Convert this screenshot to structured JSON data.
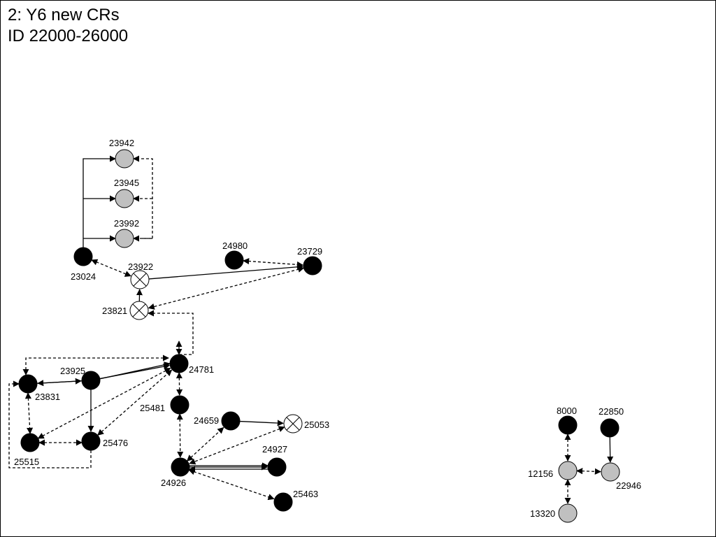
{
  "title": {
    "line1": "2: Y6 new CRs",
    "line2": "ID 22000-26000"
  },
  "node_colors": {
    "black": "#000000",
    "gray": "#c0c0c0",
    "crossed": "#ffffff"
  },
  "nodes": {
    "n23942": {
      "label": "23942",
      "kind": "gray"
    },
    "n23945": {
      "label": "23945",
      "kind": "gray"
    },
    "n23992": {
      "label": "23992",
      "kind": "gray"
    },
    "n23024": {
      "label": "23024",
      "kind": "black"
    },
    "n23922": {
      "label": "23922",
      "kind": "crossed"
    },
    "n23821": {
      "label": "23821",
      "kind": "crossed"
    },
    "n24980": {
      "label": "24980",
      "kind": "black"
    },
    "n23729": {
      "label": "23729",
      "kind": "black"
    },
    "n24781": {
      "label": "24781",
      "kind": "black"
    },
    "n23925": {
      "label": "23925",
      "kind": "black"
    },
    "n23831": {
      "label": "23831",
      "kind": "black"
    },
    "n25481": {
      "label": "25481",
      "kind": "black"
    },
    "n24659": {
      "label": "24659",
      "kind": "black"
    },
    "n25053": {
      "label": "25053",
      "kind": "crossed"
    },
    "n25515": {
      "label": "25515",
      "kind": "black"
    },
    "n25476": {
      "label": "25476",
      "kind": "black"
    },
    "n24927": {
      "label": "24927",
      "kind": "black"
    },
    "n24926": {
      "label": "24926",
      "kind": "black"
    },
    "n25463": {
      "label": "25463",
      "kind": "black"
    },
    "n8000": {
      "label": "8000",
      "kind": "black"
    },
    "n22850": {
      "label": "22850",
      "kind": "black"
    },
    "n12156": {
      "label": "12156",
      "kind": "gray"
    },
    "n22946": {
      "label": "22946",
      "kind": "gray"
    },
    "n13320": {
      "label": "13320",
      "kind": "gray"
    }
  },
  "edges": [
    {
      "from": "n23024",
      "to": "n23942",
      "style": "solid",
      "arrows": "end"
    },
    {
      "from": "n23024",
      "to": "n23945",
      "style": "solid",
      "arrows": "end"
    },
    {
      "from": "n23024",
      "to": "n23992",
      "style": "solid",
      "arrows": "end"
    },
    {
      "from": "n23992",
      "to": "n23942",
      "style": "dashed",
      "arrows": "end"
    },
    {
      "from": "n23992",
      "to": "n23945",
      "style": "dashed",
      "arrows": "end"
    },
    {
      "from": "n23992",
      "to": "n23992",
      "style": "dashed",
      "arrows": "end"
    },
    {
      "from": "n23024",
      "to": "n23922",
      "style": "dashed",
      "arrows": "both"
    },
    {
      "from": "n23922",
      "to": "n23729",
      "style": "solid",
      "arrows": "end"
    },
    {
      "from": "n23821",
      "to": "n23922",
      "style": "solid",
      "arrows": "end"
    },
    {
      "from": "n23729",
      "to": "n23821",
      "style": "dashed",
      "arrows": "both"
    },
    {
      "from": "n24980",
      "to": "n23729",
      "style": "dashed",
      "arrows": "both"
    },
    {
      "from": "n24781",
      "to": "n23821",
      "style": "dashed",
      "arrows": "end"
    },
    {
      "from": "n24781",
      "to": "n23831",
      "style": "dashed",
      "arrows": "both"
    },
    {
      "from": "n23831",
      "to": "n23925",
      "style": "solid",
      "arrows": "end"
    },
    {
      "from": "n23925",
      "to": "n23831",
      "style": "solid",
      "arrows": "end"
    },
    {
      "from": "n23925",
      "to": "n24781",
      "style": "solid",
      "arrows": "end"
    },
    {
      "from": "n23925",
      "to": "n25515",
      "style": "solid",
      "arrows": "end"
    },
    {
      "from": "n23925",
      "to": "n25476",
      "style": "solid",
      "arrows": "end"
    },
    {
      "from": "n25515",
      "to": "n24781",
      "style": "dashed",
      "arrows": "both"
    },
    {
      "from": "n25476",
      "to": "n24781",
      "style": "dashed",
      "arrows": "both"
    },
    {
      "from": "n23831",
      "to": "n25515",
      "style": "dashed",
      "arrows": "both"
    },
    {
      "from": "n25515",
      "to": "n25476",
      "style": "dashed",
      "arrows": "both"
    },
    {
      "from": "n25476",
      "to": "n23831",
      "style": "dashed",
      "arrows": "end"
    },
    {
      "from": "n24781",
      "to": "n24781",
      "style": "dashed",
      "arrows": "both"
    },
    {
      "from": "n24781",
      "to": "n25481",
      "style": "dashed",
      "arrows": "both"
    },
    {
      "from": "n25481",
      "to": "n24926",
      "style": "dashed",
      "arrows": "both"
    },
    {
      "from": "n24659",
      "to": "n25053",
      "style": "solid",
      "arrows": "end"
    },
    {
      "from": "n24926",
      "to": "n24659",
      "style": "dashed",
      "arrows": "both"
    },
    {
      "from": "n25053",
      "to": "n24926",
      "style": "dashed",
      "arrows": "both"
    },
    {
      "from": "n24926",
      "to": "n24927",
      "style": "solid",
      "arrows": "end"
    },
    {
      "from": "n24927",
      "to": "n24926",
      "style": "solid",
      "arrows": "end"
    },
    {
      "from": "n24927",
      "to": "n25463",
      "style": "solid",
      "arrows": "end"
    },
    {
      "from": "n24926",
      "to": "n25463",
      "style": "dashed",
      "arrows": "both"
    },
    {
      "from": "n8000",
      "to": "n12156",
      "style": "dashed",
      "arrows": "both"
    },
    {
      "from": "n22850",
      "to": "n22946",
      "style": "solid",
      "arrows": "end"
    },
    {
      "from": "n12156",
      "to": "n22946",
      "style": "dashed",
      "arrows": "both"
    },
    {
      "from": "n12156",
      "to": "n13320",
      "style": "dashed",
      "arrows": "both"
    }
  ]
}
